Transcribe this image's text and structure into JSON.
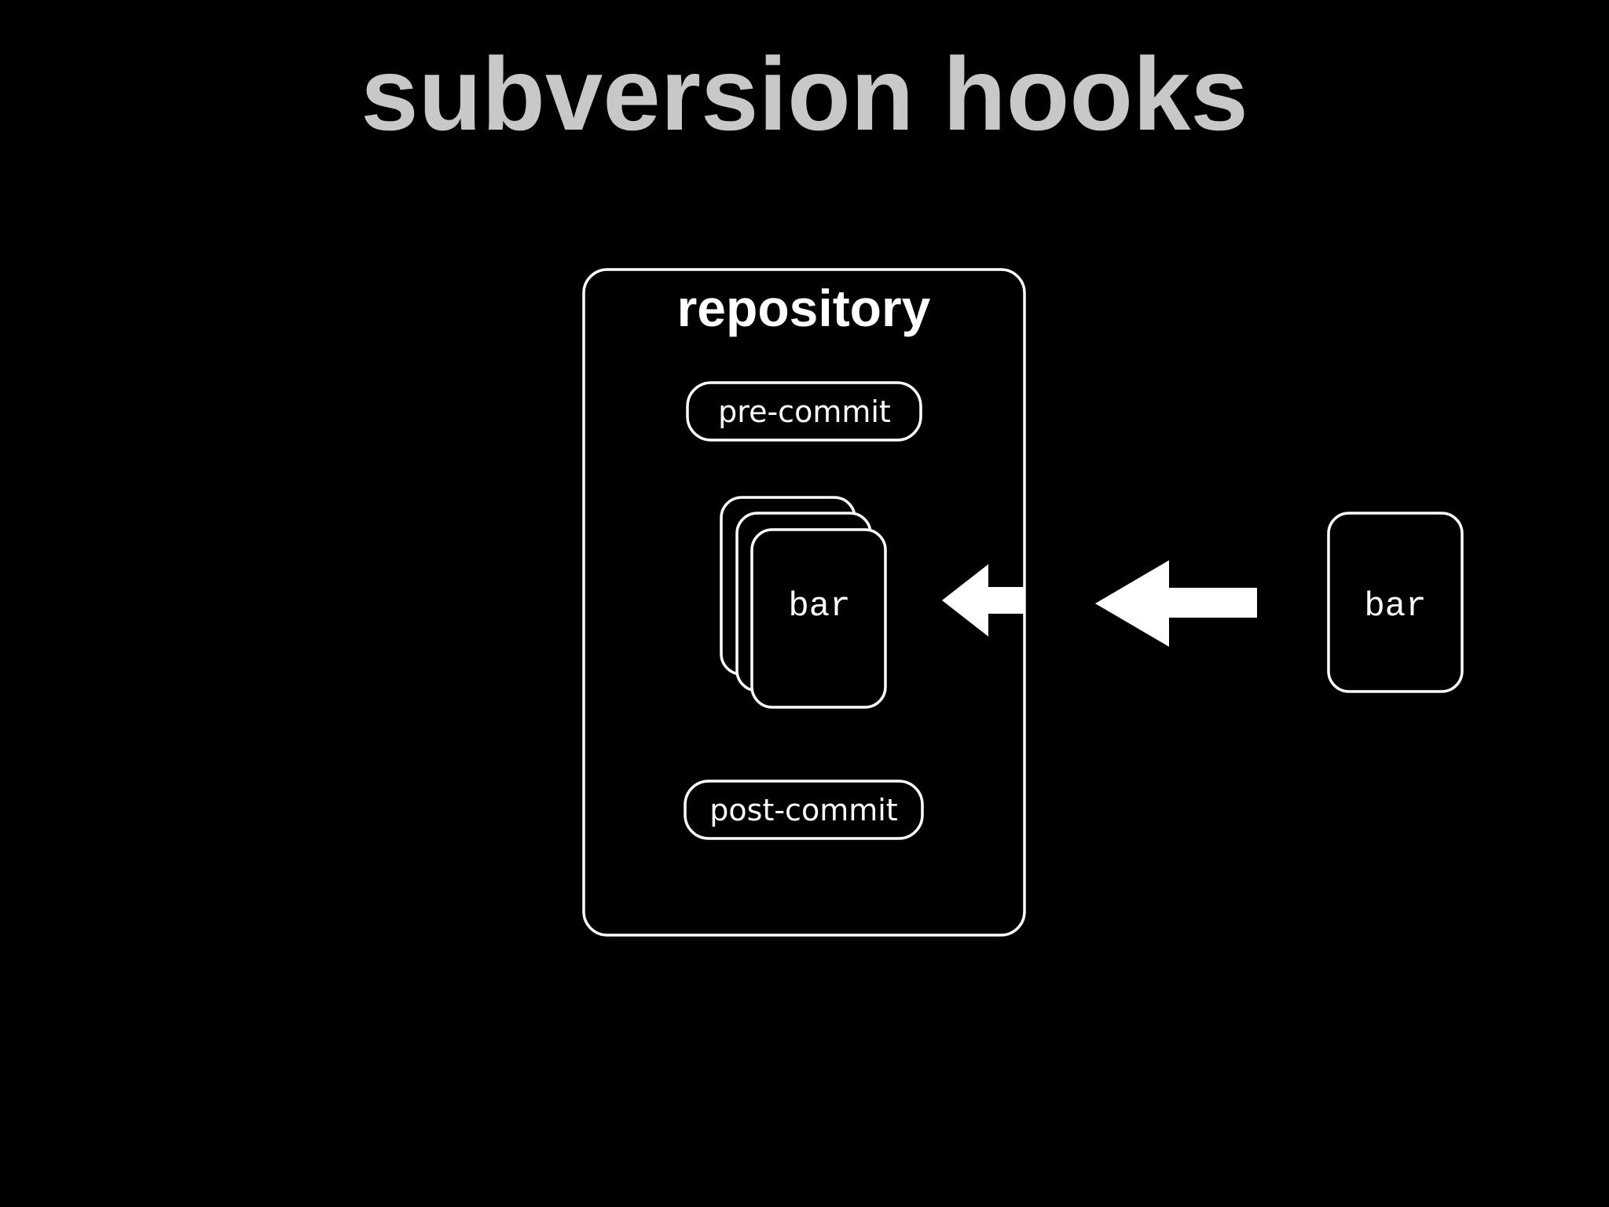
{
  "title": "subversion hooks",
  "repository": {
    "label": "repository",
    "pre_hook": "pre-commit",
    "post_hook": "post-commit",
    "stored_file": "bar"
  },
  "incoming_file": "bar",
  "colors": {
    "background": "#000000",
    "title": "#c8c8c8",
    "foreground": "#ffffff"
  }
}
